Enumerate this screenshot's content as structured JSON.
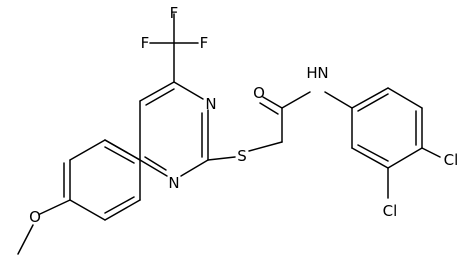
{
  "structure": {
    "atoms": {
      "F_top": "F",
      "F_left": "F",
      "F_right": "F",
      "N_ring_upper": "N",
      "N_ring_lower": "N",
      "S_thio": "S",
      "O_carbonyl": "O",
      "N_amide": "N",
      "H_amide": "H",
      "Cl_para": "Cl",
      "Cl_meta": "Cl",
      "O_methoxy": "O"
    },
    "colors": {
      "bond": "#000000",
      "label": "#000000",
      "background": "#ffffff"
    }
  }
}
